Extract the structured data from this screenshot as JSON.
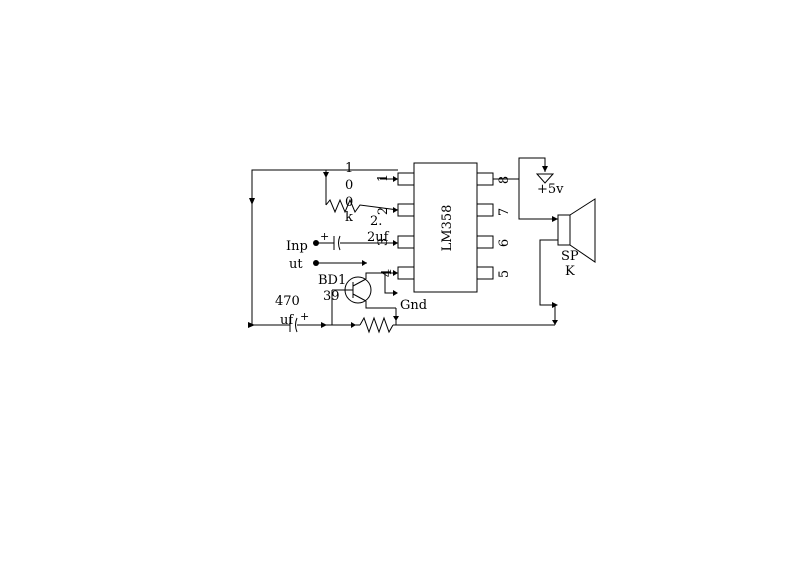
{
  "ic": {
    "name": "LM358",
    "left_pins": [
      "1",
      "2",
      "3",
      "4"
    ],
    "right_pins": [
      "8",
      "7",
      "6",
      "5"
    ]
  },
  "labels": {
    "resistor_100k": [
      "1",
      "0",
      "0",
      "k"
    ],
    "cap_22uf": [
      "2.",
      "2uf"
    ],
    "input": [
      "Inp",
      "ut"
    ],
    "transistor": [
      "BD1",
      "39"
    ],
    "cap_470uf": [
      "470",
      "uf"
    ],
    "gnd": "Gnd",
    "supply": "+5v",
    "speaker": [
      "SP",
      "K"
    ],
    "plus_sign": "+"
  },
  "colors": {
    "ink": "#000000",
    "background": "#ffffff"
  }
}
